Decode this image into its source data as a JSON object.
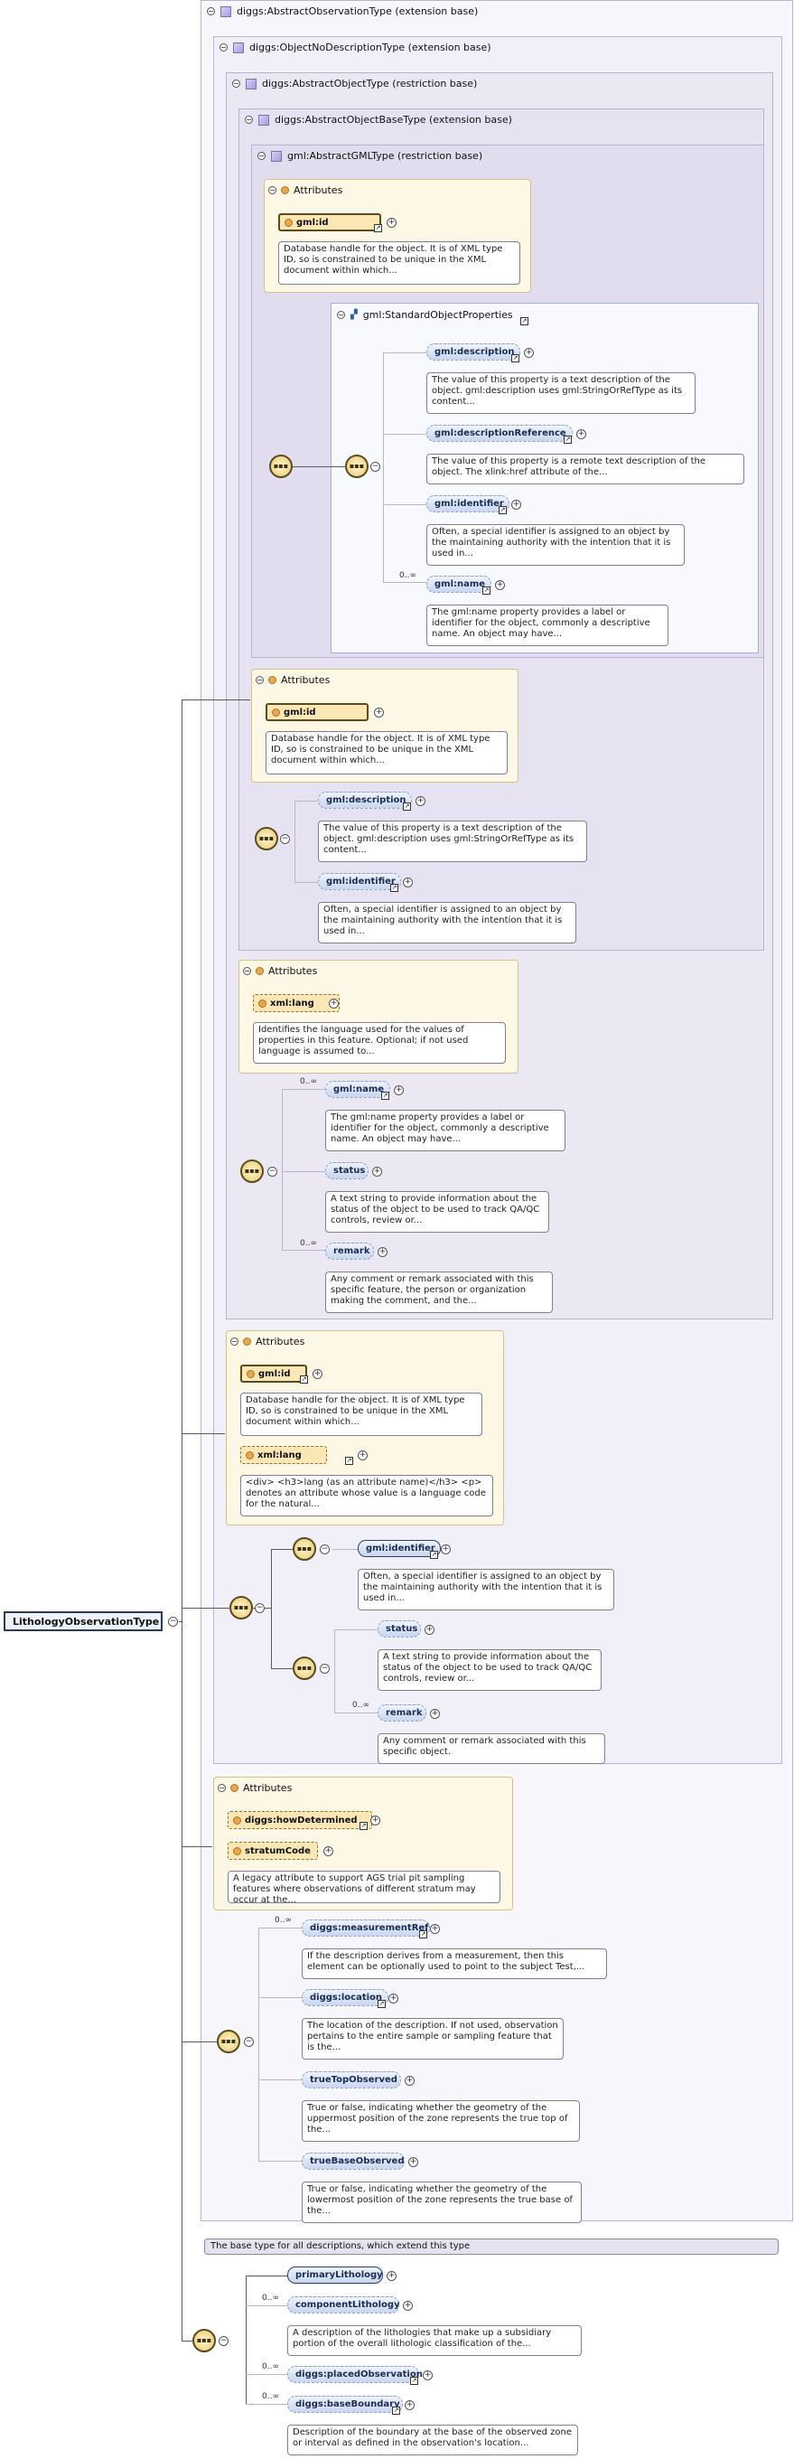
{
  "root": {
    "label": "LithologyObservationType"
  },
  "panels": {
    "p0": {
      "title": "diggs:AbstractObservationType (extension base)"
    },
    "p1": {
      "title": "diggs:ObjectNoDescriptionType (extension base)"
    },
    "p2": {
      "title": "diggs:AbstractObjectType (restriction base)"
    },
    "p3": {
      "title": "diggs:AbstractObjectBaseType (extension base)"
    },
    "p4": {
      "title": "gml:AbstractGMLType (restriction base)"
    },
    "sop": {
      "title": "gml:StandardObjectProperties"
    }
  },
  "attributes_label": "Attributes",
  "gml": {
    "id_label": "gml:id",
    "id_desc": "Database handle for the object. It is of XML type ID, so is constrained to be unique in the XML document within which...",
    "description": "gml:description",
    "description_desc": "The value of this property is a text description of the object. gml:description uses gml:StringOrRefType as its content...",
    "descriptionReference": "gml:descriptionReference",
    "descriptionReference_desc": "The value of this property is a remote text description of the object. The xlink:href attribute of the...",
    "identifier": "gml:identifier",
    "identifier_desc": "Often, a special identifier is assigned to an object by the maintaining authority with the intention that it is used in...",
    "name": "gml:name",
    "name_desc": "The gml:name property provides a label or identifier for the object, commonly a descriptive name. An object may have..."
  },
  "xml_lang": {
    "label": "xml:lang",
    "desc_a": "Identifies the language used for the values of properties in this feature. Optional; if not used language is assumed to...",
    "desc_b": "<div> <h3>lang (as an attribute name)</h3> <p> denotes an attribute whose value is a language code for the natural..."
  },
  "status": {
    "label": "status",
    "desc": "A text string to provide information about the status of the object to be used to track QA/QC controls, review or..."
  },
  "remark": {
    "label": "remark",
    "desc_a": "Any comment or remark associated with this specific feature, the person or organization making the comment, and the...",
    "desc_b": "Any comment or remark associated with this specific object."
  },
  "observation": {
    "howDetermined": "diggs:howDetermined",
    "stratumCode": "stratumCode",
    "stratumCode_desc": "A legacy attribute to support AGS trial pit sampling features where observations of different stratum may occur at the...",
    "measurementRef": "diggs:measurementRef",
    "measurementRef_desc": "If the description derives from a measurement, then this element can be optionally used to point to the subject Test,...",
    "location": "diggs:location",
    "location_desc": "The location of the description. If not used, observation pertains to the entire sample or sampling feature that is the...",
    "trueTopObserved": "trueTopObserved",
    "trueTopObserved_desc": "True or false, indicating whether the geometry of the uppermost position of the zone represents the true top of the...",
    "trueBaseObserved": "trueBaseObserved",
    "trueBaseObserved_desc": "True or false, indicating whether the geometry of the lowermost position of the zone represents the true base of the...",
    "base_desc": "The base type for all descriptions, which extend this type"
  },
  "lithology": {
    "primaryLithology": "primaryLithology",
    "componentLithology": "componentLithology",
    "componentLithology_desc": "A description of the lithologies that make up a subsidiary portion of the overall lithologic classification of the...",
    "placedObservation": "diggs:placedObservation",
    "baseBoundary": "diggs:baseBoundary",
    "baseBoundary_desc": "Description of the boundary at the base of the observed zone or interval as defined in the observation's location..."
  },
  "cardinality": {
    "many": "0..∞"
  },
  "icons": {
    "sequence": "sequence-compositor-icon",
    "expand": "plus-icon",
    "collapse": "minus-icon",
    "reference": "link-arrow-icon"
  }
}
